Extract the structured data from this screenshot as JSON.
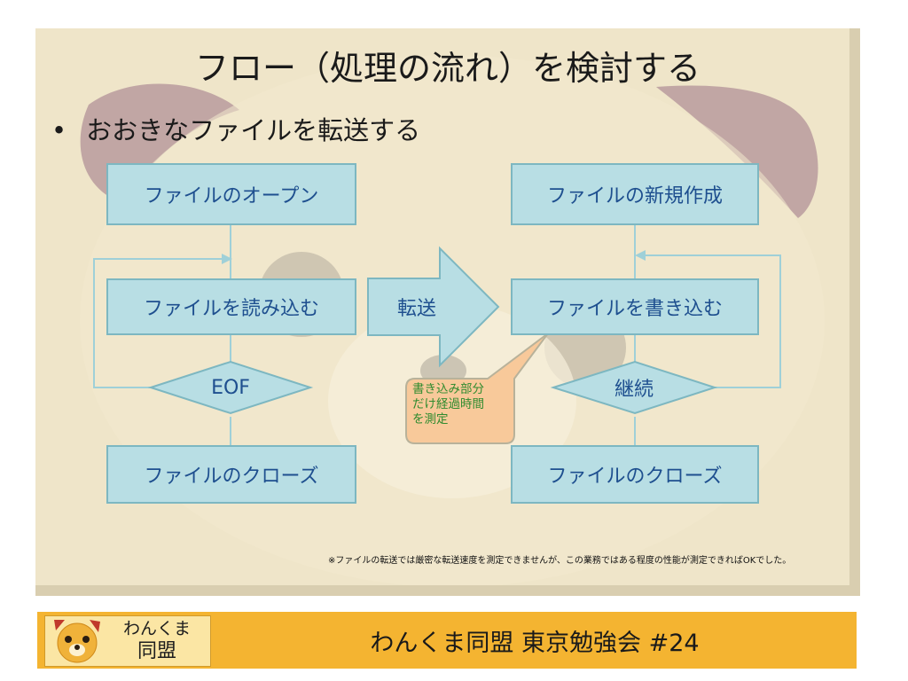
{
  "slide": {
    "title": "フロー（処理の流れ）を検討する",
    "bullet_mark": "•",
    "bullet": "おおきなファイルを転送する",
    "note": "※ファイルの転送では厳密な転送速度を測定できませんが、この業務ではある程度の性能が測定できればOKでした。"
  },
  "flow_left": {
    "open": "ファイルのオープン",
    "read": "ファイルを読み込む",
    "decision": "EOF",
    "close": "ファイルのクローズ"
  },
  "flow_right": {
    "create": "ファイルの新規作成",
    "write": "ファイルを書き込む",
    "decision": "継続",
    "close": "ファイルのクローズ"
  },
  "transfer": "転送",
  "callout": {
    "line1": "書き込み部分",
    "line2": "だけ経過時間",
    "line3": "を測定"
  },
  "footer": {
    "logo_line1": "わんくま",
    "logo_line2": "同盟",
    "text": "わんくま同盟 東京勉強会 #24"
  },
  "colors": {
    "box_fill": "#b8dee4",
    "box_border": "#7db7c1",
    "box_text": "#1e4f8f",
    "callout_fill": "#f8c99a",
    "footer_bg": "#f4b431"
  }
}
